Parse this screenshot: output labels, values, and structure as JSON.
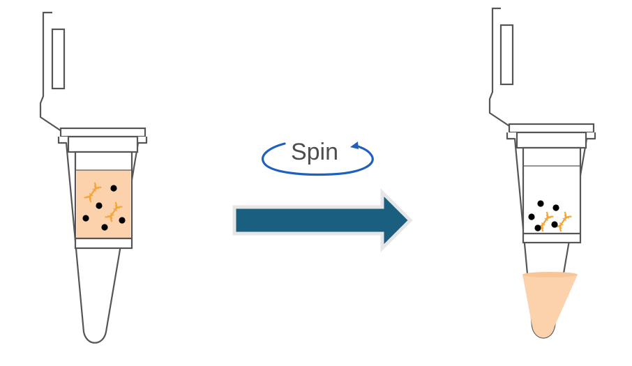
{
  "spin": {
    "label": "Spin"
  },
  "colors": {
    "outline": "#555555",
    "sample_fill": "#fcd2ad",
    "dna": "#f4a63c",
    "bead": "#000000",
    "arrow": "#1a5f7f",
    "arrow_border": "#e6e6e6",
    "spin_ellipse": "#1f5fbf"
  },
  "tubes": [
    {
      "name": "before-spin",
      "sample_in_filter": true,
      "liquid_at_bottom": false,
      "beads": 5,
      "dna_strands": 2
    },
    {
      "name": "after-spin",
      "sample_in_filter": false,
      "liquid_at_bottom": true,
      "beads": 5,
      "dna_strands": 2
    }
  ]
}
